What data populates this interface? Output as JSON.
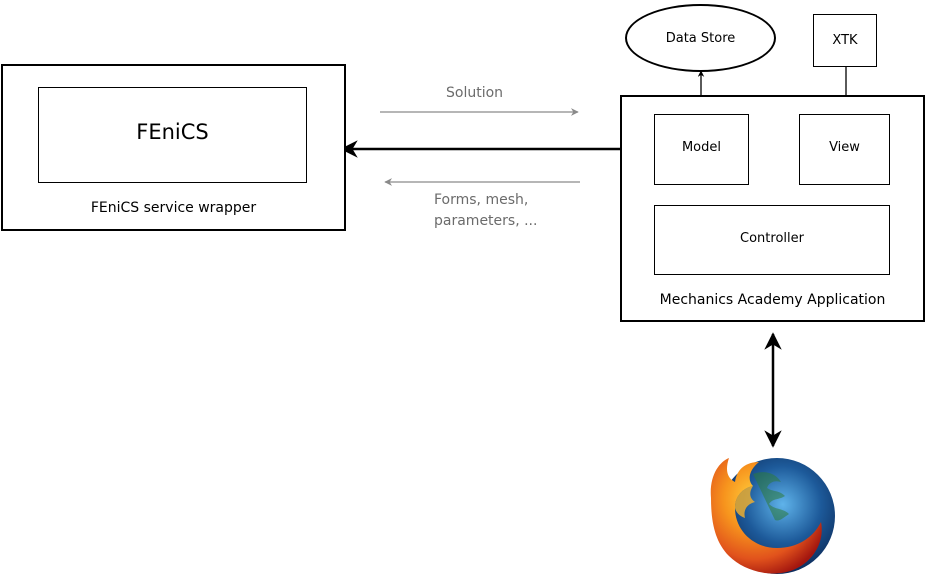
{
  "fenics": {
    "inner_label": "FEniCS",
    "wrapper_label": "FEniCS service wrapper"
  },
  "flows": {
    "to_app": "Solution",
    "from_app_line1": "Forms, mesh,",
    "from_app_line2": "parameters, ..."
  },
  "external": {
    "data_store": "Data Store",
    "xtk": "XTK"
  },
  "app": {
    "model": "Model",
    "view": "View",
    "controller": "Controller",
    "title": "Mechanics Academy Application"
  },
  "browser": {
    "icon": "firefox-logo-icon"
  }
}
